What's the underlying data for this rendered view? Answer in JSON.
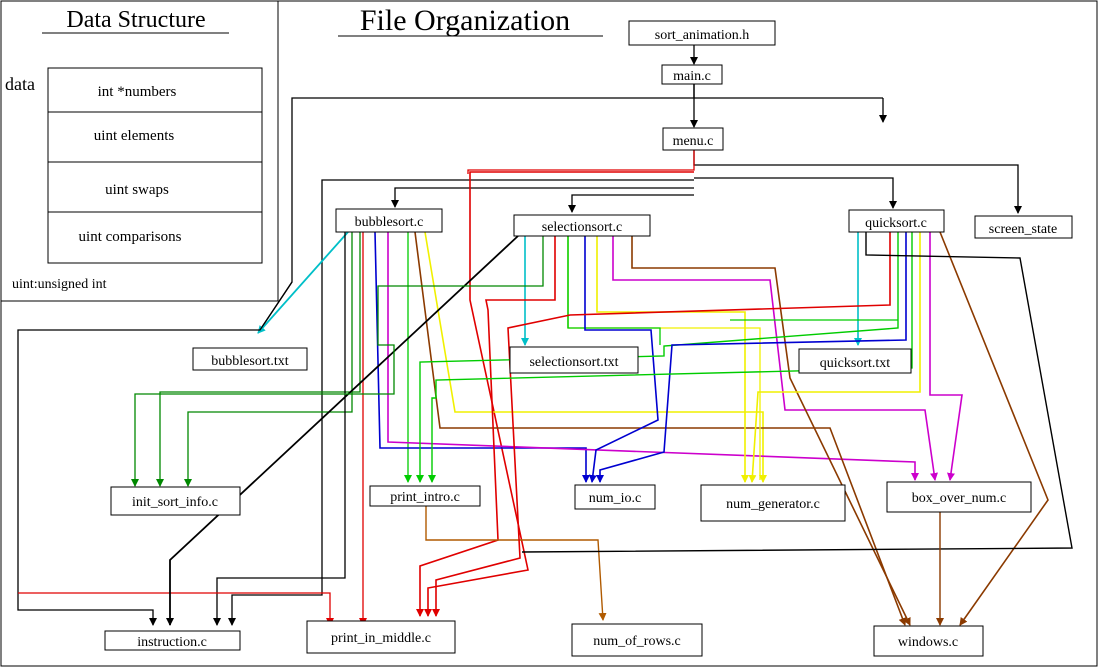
{
  "titles": {
    "data_structure": "Data Structure",
    "file_organization": "File Organization"
  },
  "data_panel": {
    "label": "data",
    "rows": [
      "int *numbers",
      "uint elements",
      "uint swaps",
      "uint comparisons"
    ],
    "note": "uint:unsigned int"
  },
  "files": {
    "sort_animation_h": "sort_animation.h",
    "main_c": "main.c",
    "menu_c": "menu.c",
    "bubblesort_c": "bubblesort.c",
    "selectionsort_c": "selectionsort.c",
    "quicksort_c": "quicksort.c",
    "screen_state": "screen_state",
    "bubblesort_txt": "bubblesort.txt",
    "selectionsort_txt": "selectionsort.txt",
    "quicksort_txt": "quicksort.txt",
    "init_sort_info_c": "init_sort_info.c",
    "print_intro_c": "print_intro.c",
    "num_io_c": "num_io.c",
    "num_generator_c": "num_generator.c",
    "box_over_num_c": "box_over_num.c",
    "instruction_c": "instruction.c",
    "print_in_middle_c": "print_in_middle.c",
    "num_of_rows_c": "num_of_rows.c",
    "windows_c": "windows.c"
  },
  "colors": {
    "black": "#000000",
    "red": "#e00000",
    "green": "#008800",
    "lime": "#00cc00",
    "yellow": "#f0f000",
    "blue": "#0000d0",
    "magenta": "#cc00cc",
    "cyan": "#00bfc8",
    "brown": "#8b3a00",
    "orange": "#b05a00"
  }
}
